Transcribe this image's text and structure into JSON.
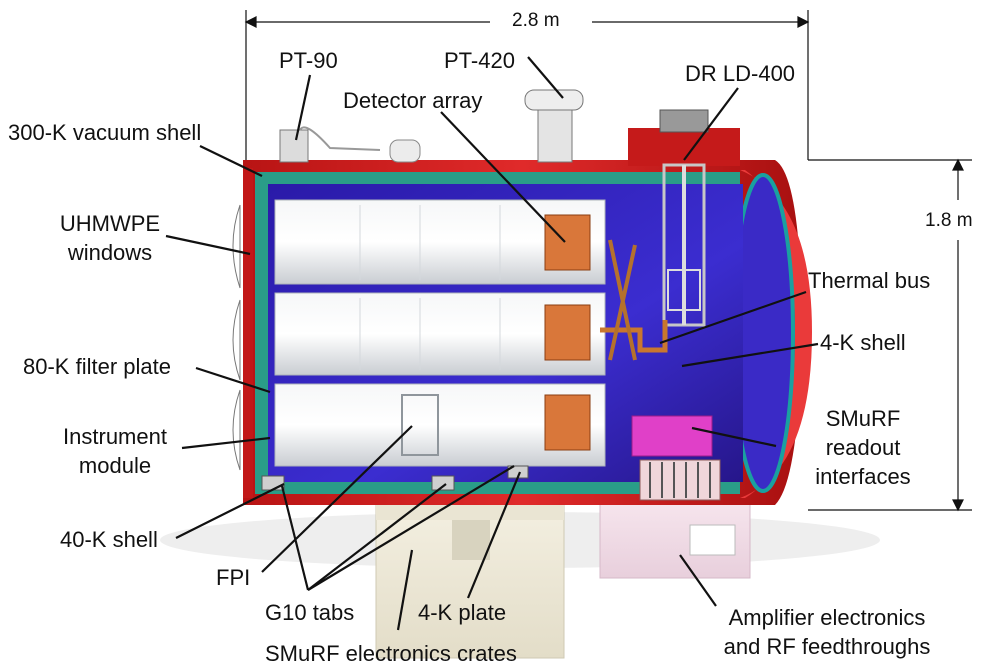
{
  "dimensions": {
    "width_label": "2.8 m",
    "height_label": "1.8 m"
  },
  "labels": {
    "pt90": "PT-90",
    "pt420": "PT-420",
    "dr": "DR LD-400",
    "detector_array": "Detector array",
    "vacuum_shell": "300-K vacuum shell",
    "uhmwpe_line1": "UHMWPE",
    "uhmwpe_line2": "windows",
    "thermal_bus": "Thermal bus",
    "shell_4k": "4-K shell",
    "filter_plate": "80-K filter plate",
    "instrument_line1": "Instrument",
    "instrument_line2": "module",
    "smurf_readout_line1": "SMuRF",
    "smurf_readout_line2": "readout",
    "smurf_readout_line3": "interfaces",
    "shell_40k": "40-K shell",
    "fpi": "FPI",
    "g10": "G10 tabs",
    "plate_4k": "4-K plate",
    "smurf_crates": "SMuRF electronics crates",
    "amplifier_line1": "Amplifier electronics",
    "amplifier_line2": "and RF feedthroughs"
  },
  "colors": {
    "vacuum_shell": "#d21f1f",
    "shell_40k": "#1f8f7a",
    "shell_4k": "#3322b8",
    "module_tube": "#e9ecef",
    "detector": "#d9773a",
    "smurf_board": "#e040c8"
  }
}
